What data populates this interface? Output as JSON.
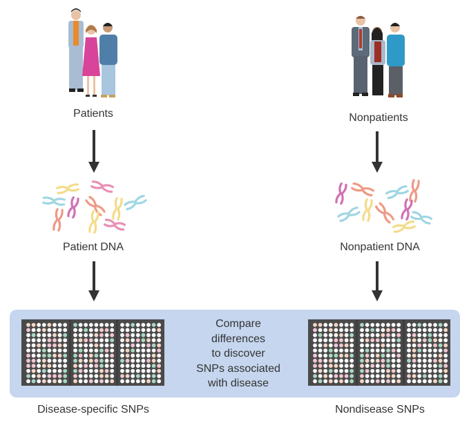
{
  "groups": {
    "patients": {
      "label": "Patients",
      "dna_label": "Patient DNA",
      "snp_label": "Disease-specific SNPs"
    },
    "nonpatients": {
      "label": "Nonpatients",
      "dna_label": "Nonpatient DNA",
      "snp_label": "Nondisease SNPs"
    }
  },
  "comparison": {
    "lines": [
      "Compare",
      "differences",
      "to discover",
      "SNPs associated",
      "with disease"
    ]
  },
  "colors": {
    "panel": "#c5d6ee",
    "chip": "#4a4a4a",
    "arrow": "#333333",
    "chromosome_yellow": "#f3dc8a",
    "chromosome_pink": "#e98fb4",
    "chromosome_blue": "#9fd6e3",
    "chromosome_salmon": "#ee9a86",
    "chromosome_magenta": "#cf72b4",
    "spot_white": "#ffffff",
    "spot_pink": "#f2c6d2",
    "spot_green": "#a9d9c3",
    "spot_peach": "#f6d7c4"
  }
}
